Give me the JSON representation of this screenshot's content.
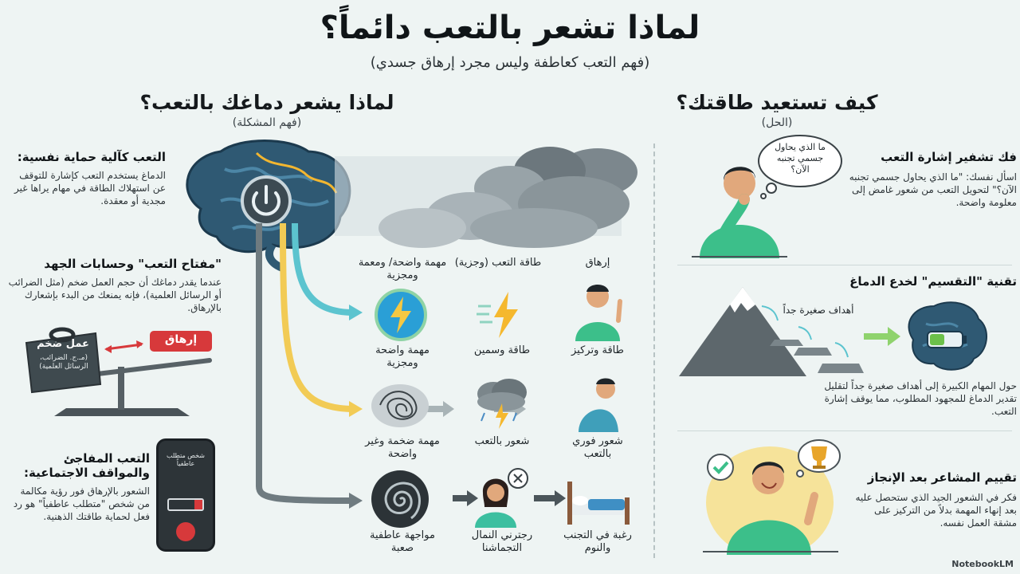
{
  "header": {
    "title": "لماذا تشعر بالتعب دائماً؟",
    "subtitle": "(فهم التعب كعاطفة وليس مجرد إرهاق جسدي)"
  },
  "left": {
    "title": "لماذا يشعر دماغك بالتعب؟",
    "subtitle": "(فهم المشكلة)",
    "blocks": [
      {
        "title": "التعب كآلية حماية نفسية:",
        "body": "الدماغ يستخدم التعب كإشارة للتوقف عن استهلاك الطاقة في مهام يراها غير مجدية أو معقدة."
      },
      {
        "title": "\"مفتاح التعب\" وحسابات الجهد",
        "body": "عندما يقدر دماغك أن حجم العمل ضخم (مثل الضرائب أو الرسائل العلمية)، فإنه يمنعك من البدء بإشعارك بالإرهاق."
      },
      {
        "title": "التعب المفاجئ والمواقف الاجتماعية:",
        "body": "الشعور بالإرهاق فور رؤية مكالمة من شخص \"متطلب عاطفياً\" هو رد فعل لحماية طاقتك الذهنية."
      }
    ],
    "scale": {
      "heavy": "عمل ضخم",
      "heavy_note": "(مـ.ج. الضرائب، الرسائل العلمية)",
      "tag": "إرهاق"
    },
    "phone": {
      "caller": "شخص متطلب عاطفياً"
    }
  },
  "flow": {
    "headers": [
      "مهمة واضحة/ ومعمة ومجزية",
      "طاقة التعب (وجزية)",
      "إرهاق"
    ],
    "rows": [
      [
        "مهمة واضحة ومجزية",
        "طاقة وسمين",
        "طاقة وتركيز"
      ],
      [
        "مهمة ضخمة وغير واضحة",
        "شعور بالتعب",
        "شعور فوري بالتعب"
      ],
      [
        "مواجهة عاطفية صعبة",
        "رجترني النمال التجماشنا",
        "رغبة في التجنب والنوم"
      ]
    ]
  },
  "right": {
    "title": "كيف تستعيد طاقتك؟",
    "subtitle": "(الحل)",
    "blocks": [
      {
        "title": "فك تشفير إشارة التعب",
        "body": "اسأل نفسك: \"ما الذي يحاول جسمي تجنبه الآن؟\" لتحويل التعب من شعور غامض إلى معلومة واضحة."
      },
      {
        "title": "تقنية \"التقسيم\" لخدع الدماغ",
        "body": "حول المهام الكبيرة إلى أهداف صغيرة جداً لتقليل تقدير الدماغ للمجهود المطلوب، مما يوقف إشارة التعب."
      },
      {
        "title": "تقييم المشاعر بعد الإنجاز",
        "body": "فكر في الشعور الجيد الذي ستحصل عليه بعد إنهاء المهمة بدلاً من التركيز على مشقة العمل نفسه."
      }
    ],
    "thought": "ما الذي يحاول جسمي تجنبه الآن؟",
    "goals_label": "أهداف صغيرة جداً"
  },
  "watermark": "NotebookLM"
}
